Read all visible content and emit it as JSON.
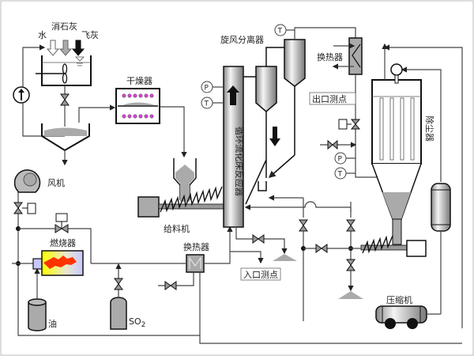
{
  "diagram": {
    "title": "循环流化床烟气脱硫实验系统流程",
    "labels": {
      "water": "水",
      "lime": "消石灰",
      "fly_ash": "飞灰",
      "dryer": "干燥器",
      "fan": "风机",
      "burner": "燃烧器",
      "oil": "油",
      "so2_main": "SO",
      "so2_sub": "2",
      "feeder": "给料机",
      "heat_exchanger_bottom": "换热器",
      "heat_exchanger_top": "换热器",
      "cyclone": "旋风分离器",
      "reactor": "循环流化床反应器",
      "outlet_point": "出口测点",
      "inlet_point": "入口测点",
      "dust_collector": "除尘器",
      "compressor": "压缩机"
    },
    "instruments": {
      "pressure": "P",
      "temperature": "T"
    },
    "colors": {
      "line": "#444444",
      "equipment_fill": "#b0b0b0",
      "dryer_dots": "#e040e0",
      "flame": "#ff3300",
      "burner_gradient_start": "#ffff00",
      "burner_gradient_end": "#c8c8ff"
    }
  }
}
